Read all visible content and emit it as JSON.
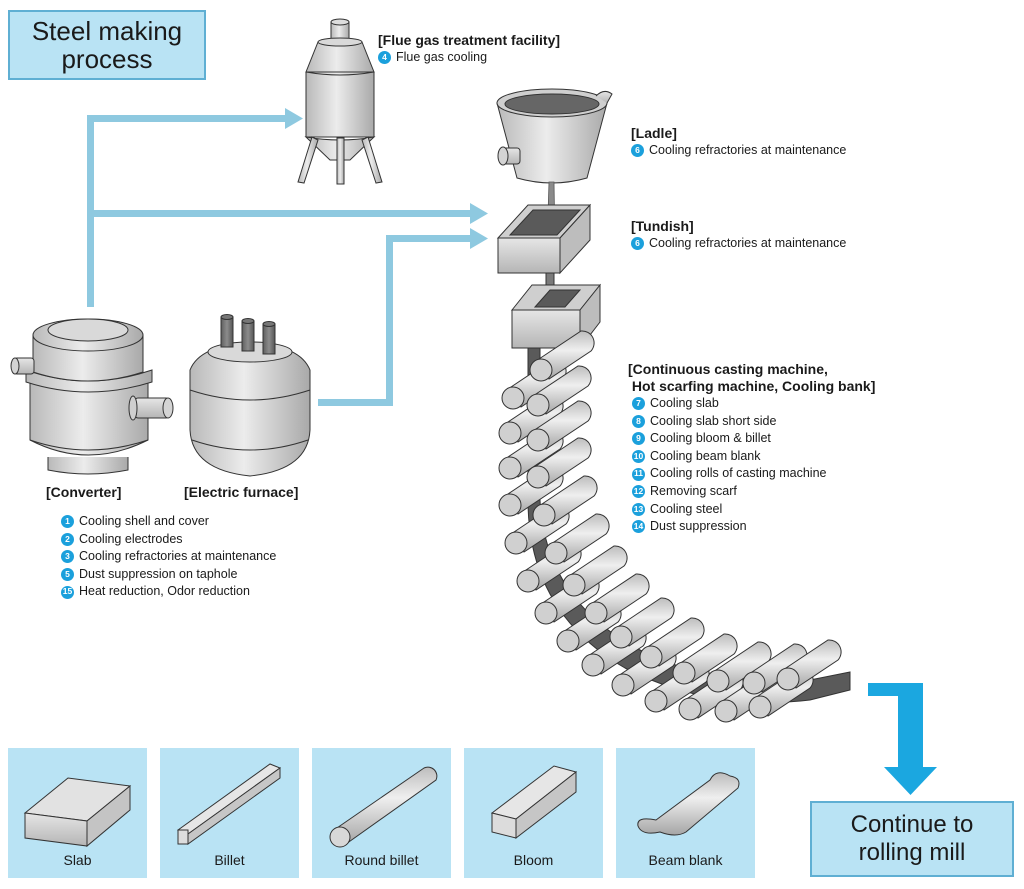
{
  "title": {
    "line1": "Steel making",
    "line2": "process"
  },
  "end_box": {
    "label": "Continue to\nrolling mill"
  },
  "colors": {
    "flow_line": "#8ec9e0",
    "final_arrow": "#1ba7e0",
    "box_fill": "#b9e3f4",
    "box_border": "#5fafd3",
    "badge": "#1ba0dc"
  },
  "flue_gas": {
    "heading": "[Flue gas treatment facility]",
    "items": [
      {
        "num": "4",
        "text": "Flue gas cooling"
      }
    ]
  },
  "ladle": {
    "heading": "[Ladle]",
    "items": [
      {
        "num": "6",
        "text": "Cooling refractories at maintenance"
      }
    ]
  },
  "tundish": {
    "heading": "[Tundish]",
    "items": [
      {
        "num": "6",
        "text": "Cooling refractories at maintenance"
      }
    ]
  },
  "casting": {
    "heading_line1": "[Continuous casting machine,",
    "heading_line2": " Hot scarfing machine, Cooling bank]",
    "items": [
      {
        "num": "7",
        "text": "Cooling slab"
      },
      {
        "num": "8",
        "text": "Cooling slab short side"
      },
      {
        "num": "9",
        "text": "Cooling bloom & billet"
      },
      {
        "num": "10",
        "text": "Cooling beam blank"
      },
      {
        "num": "11",
        "text": "Cooling rolls of casting machine"
      },
      {
        "num": "12",
        "text": "Removing scarf"
      },
      {
        "num": "13",
        "text": "Cooling steel"
      },
      {
        "num": "14",
        "text": "Dust suppression"
      }
    ]
  },
  "converter": {
    "heading": "[Converter]"
  },
  "electric_furnace": {
    "heading": "[Electric furnace]"
  },
  "furnace_items": [
    {
      "num": "1",
      "text": "Cooling shell and cover"
    },
    {
      "num": "2",
      "text": "Cooling electrodes"
    },
    {
      "num": "3",
      "text": "Cooling refractories at maintenance"
    },
    {
      "num": "5",
      "text": "Dust suppression on taphole"
    },
    {
      "num": "15",
      "text": "Heat reduction, Odor reduction"
    }
  ],
  "products": [
    {
      "label": "Slab",
      "icon": "slab-icon"
    },
    {
      "label": "Billet",
      "icon": "billet-icon"
    },
    {
      "label": "Round billet",
      "icon": "round-billet-icon"
    },
    {
      "label": "Bloom",
      "icon": "bloom-icon"
    },
    {
      "label": "Beam blank",
      "icon": "beam-blank-icon"
    }
  ]
}
